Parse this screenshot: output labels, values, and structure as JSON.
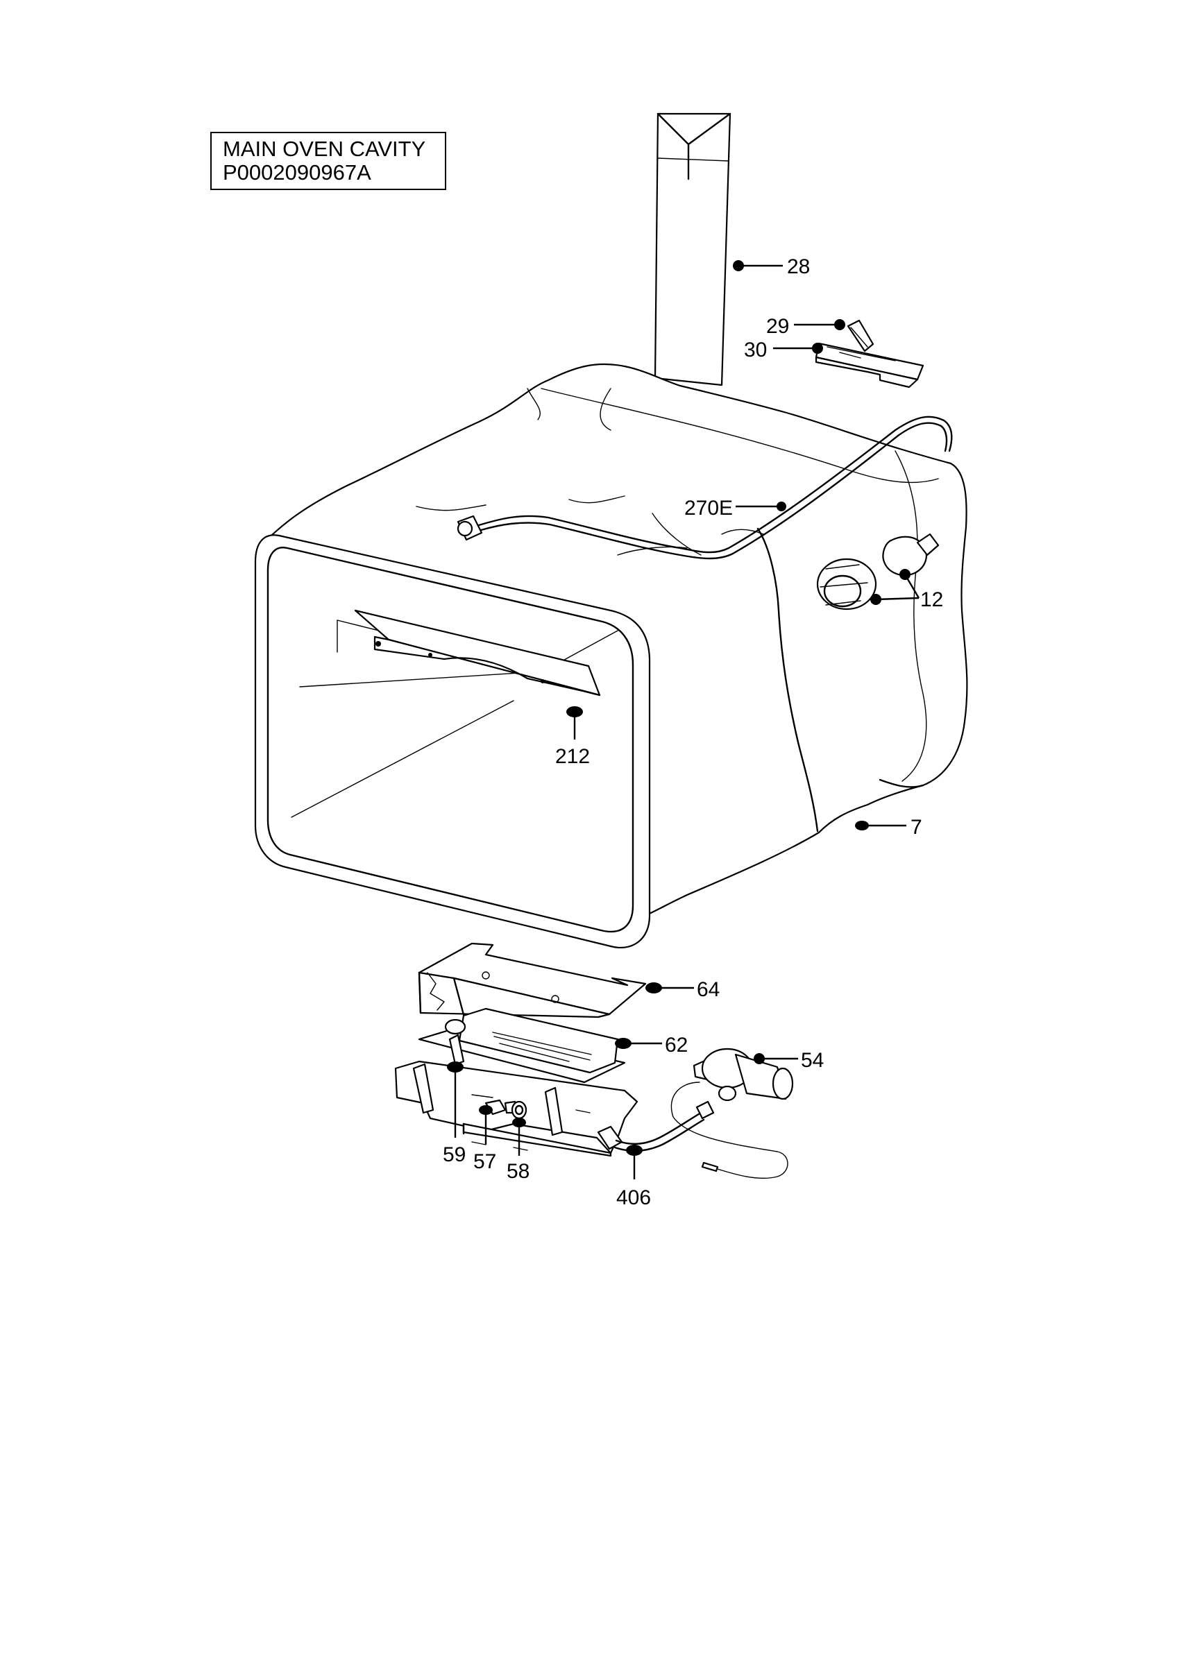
{
  "title": {
    "line1": "MAIN OVEN CAVITY",
    "line2": "P0002090967A"
  },
  "callouts": {
    "c28": "28",
    "c29": "29",
    "c30": "30",
    "c270E": "270E",
    "c12": "12",
    "c212": "212",
    "c7": "7",
    "c64": "64",
    "c62": "62",
    "c54": "54",
    "c59": "59",
    "c57": "57",
    "c58": "58",
    "c406": "406"
  }
}
